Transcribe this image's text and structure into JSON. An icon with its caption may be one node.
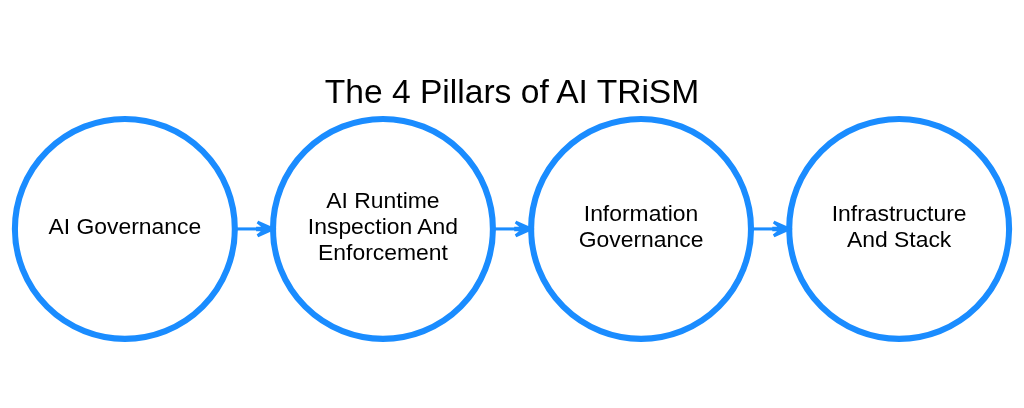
{
  "diagram": {
    "title": "The 4 Pillars of AI TRiSM",
    "nodes": [
      {
        "text": [
          "AI Governance"
        ]
      },
      {
        "text": [
          "AI Runtime Inspection And Enforcement"
        ]
      },
      {
        "text": [
          "Information Governance"
        ]
      },
      {
        "text": [
          "Infrastructure And Stack"
        ]
      }
    ],
    "edges": [
      {
        "from": 0,
        "to": 1,
        "arrow": "to"
      },
      {
        "from": 1,
        "to": 2,
        "arrow": "to"
      },
      {
        "from": 2,
        "to": 3,
        "arrow": "to"
      }
    ]
  }
}
